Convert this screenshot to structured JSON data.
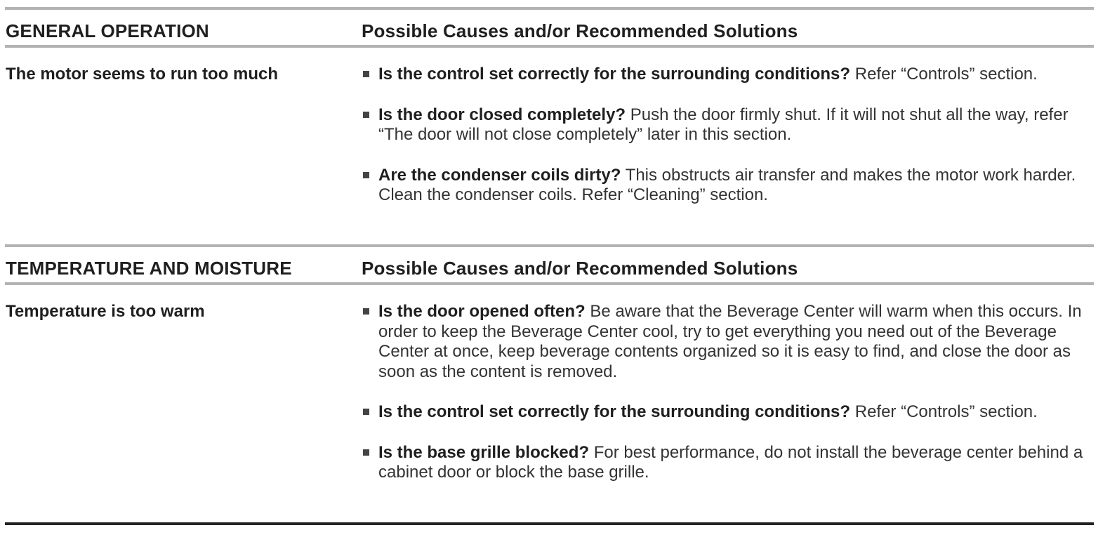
{
  "sections": [
    {
      "category": "GENERAL OPERATION",
      "solutions_header": "Possible Causes and/or Recommended Solutions",
      "problem": "The motor seems to run too much",
      "solutions": [
        {
          "question": "Is the control set correctly for the surrounding conditions?",
          "answer": "Refer “Controls” section."
        },
        {
          "question": "Is the door closed completely?",
          "answer": "Push the door firmly shut. If it will not shut all the way, refer “The door will not close completely” later in this section."
        },
        {
          "question": "Are the condenser coils dirty?",
          "answer": "This obstructs air transfer and makes the motor work harder. Clean the condenser coils. Refer “Cleaning” section."
        }
      ]
    },
    {
      "category": "TEMPERATURE AND MOISTURE",
      "solutions_header": "Possible Causes and/or Recommended Solutions",
      "problem": "Temperature is too warm",
      "solutions": [
        {
          "question": "Is the door opened often?",
          "answer": "Be aware that the Beverage Center will warm when this occurs. In order to keep the Beverage Center cool, try to get everything you need out of the Beverage Center at once, keep beverage contents organized so it is easy to find, and close the door as soon as the content is removed."
        },
        {
          "question": "Is the control set correctly for the surrounding conditions?",
          "answer": "Refer “Controls” section."
        },
        {
          "question": "Is the base grille blocked?",
          "answer": "For best performance, do not install the beverage center behind a cabinet door or block the base grille."
        }
      ]
    }
  ]
}
